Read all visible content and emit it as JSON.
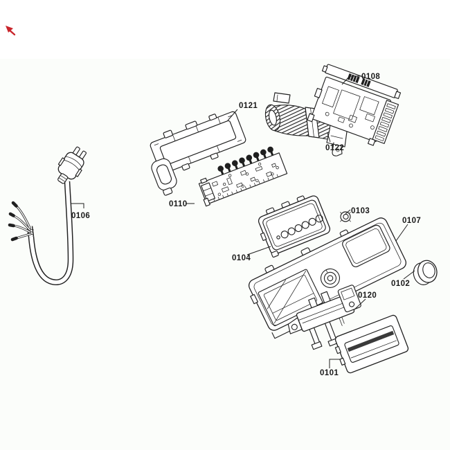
{
  "diagram": {
    "kind": "exploded parts diagram",
    "background": "#ffffff",
    "line_color": "#1f1f1f",
    "marker_color": "#c9252b",
    "labels": {
      "p0101": "0101",
      "p0102": "0102",
      "p0103": "0103",
      "p0104": "0104",
      "p0106": "0106",
      "p0107": "0107",
      "p0108": "0108",
      "p0110": "0110",
      "p0120": "0120",
      "p0121": "0121",
      "p0122": "0122"
    }
  }
}
